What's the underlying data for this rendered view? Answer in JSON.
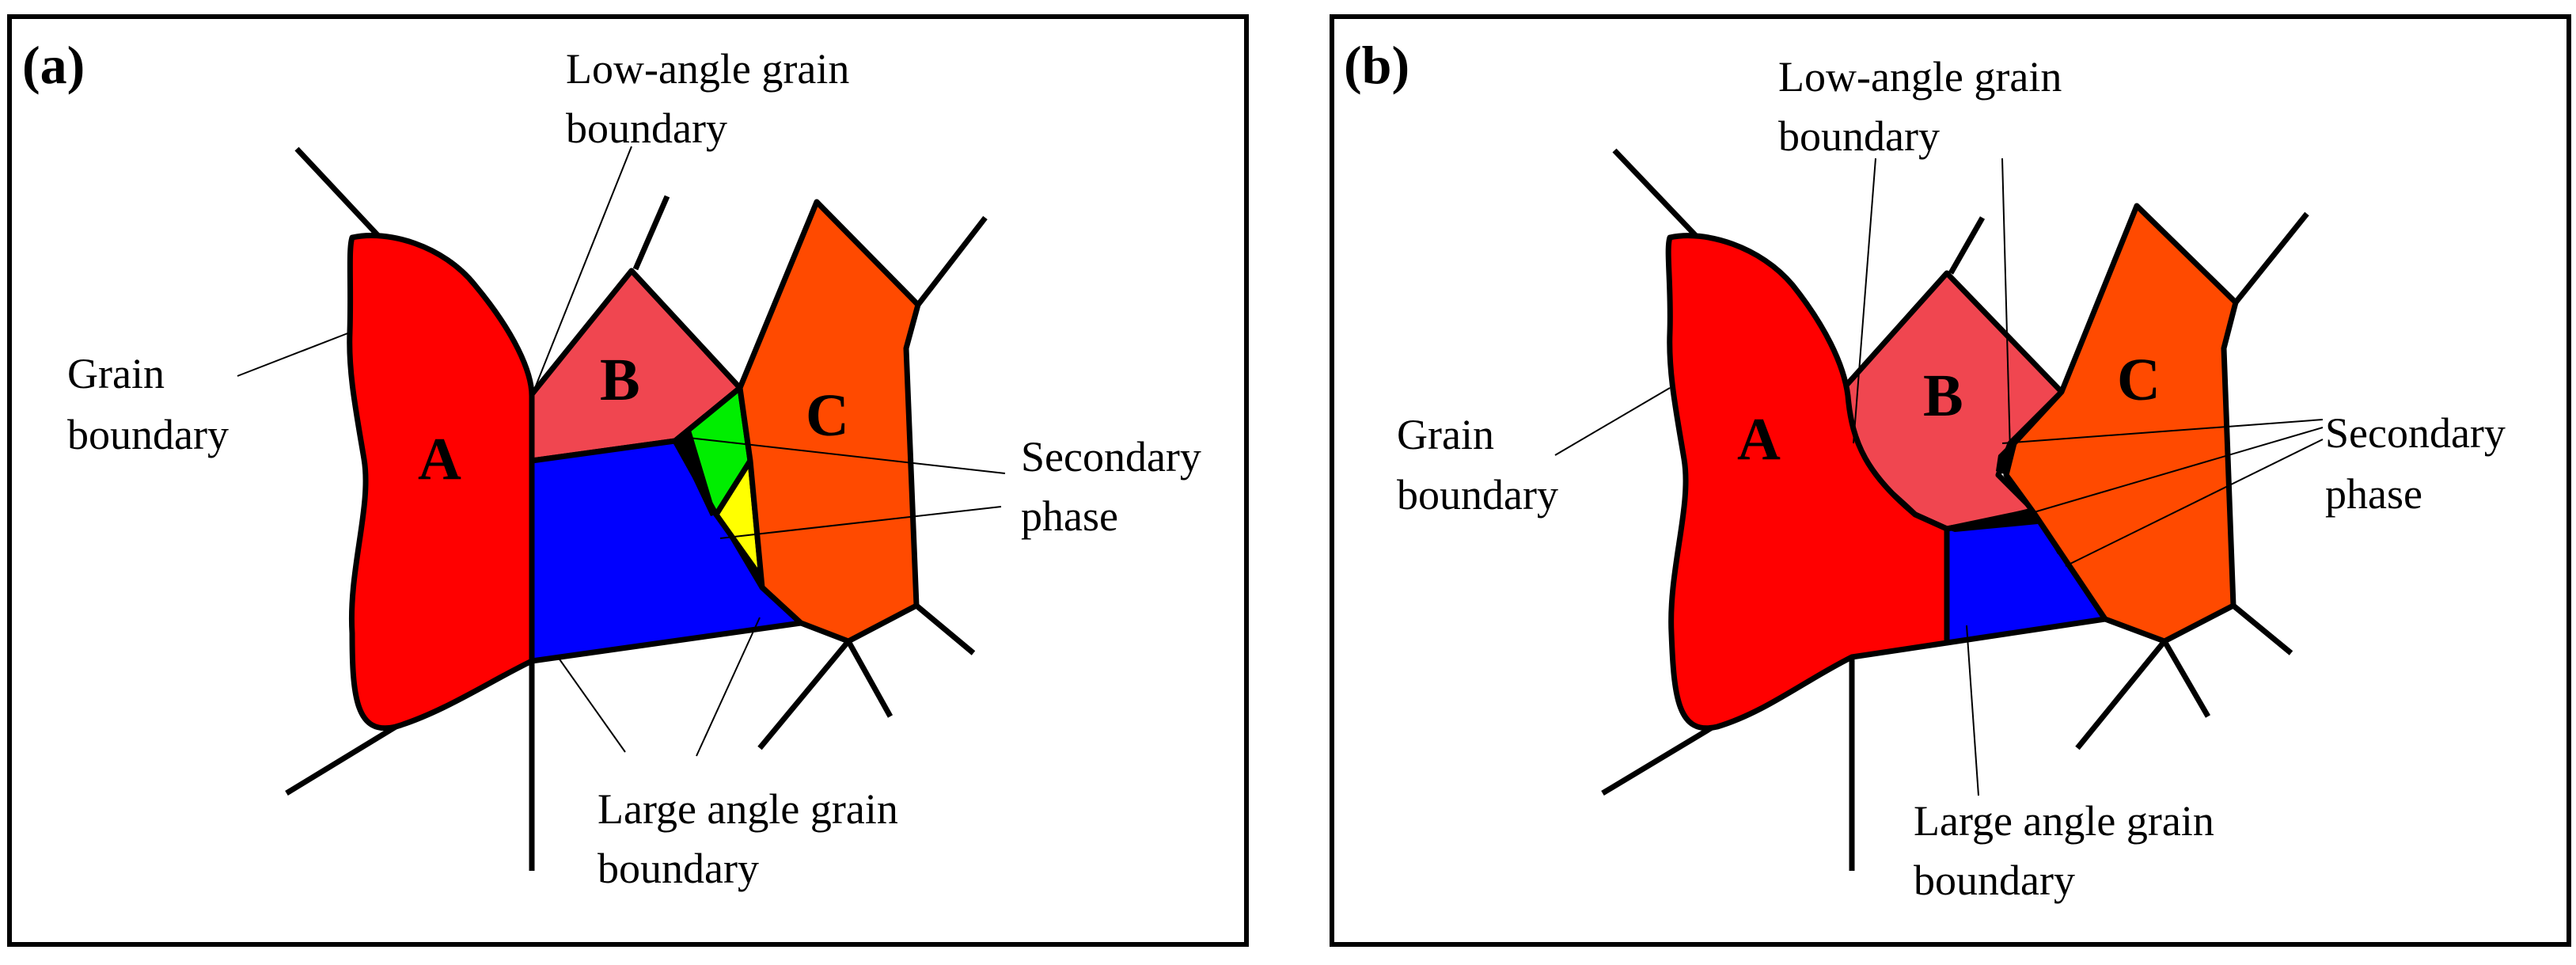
{
  "colors": {
    "grain_A": "#FF0000",
    "grain_B": "#F04650",
    "grain_C": "#FF4A00",
    "blue_grain": "#0000FF",
    "secondary_green": "#00EE00",
    "secondary_yellow": "#FFFF00",
    "secondary_black": "#000000",
    "boundary": "#000000"
  },
  "panels": [
    {
      "label": "(a)",
      "grains": {
        "A": "A",
        "B": "B",
        "C": "C"
      },
      "annotations": {
        "low_angle": [
          "Low-angle grain",
          "boundary"
        ],
        "grain_boundary": [
          "Grain",
          "boundary"
        ],
        "secondary_phase": [
          "Secondary",
          "phase"
        ],
        "large_angle": [
          "Large angle grain",
          "boundary"
        ]
      }
    },
    {
      "label": "(b)",
      "grains": {
        "A": "A",
        "B": "B",
        "C": "C"
      },
      "annotations": {
        "low_angle": [
          "Low-angle grain",
          "boundary"
        ],
        "grain_boundary": [
          "Grain",
          "boundary"
        ],
        "secondary_phase": [
          "Secondary",
          "phase"
        ],
        "large_angle": [
          "Large angle grain",
          "boundary"
        ]
      }
    }
  ]
}
